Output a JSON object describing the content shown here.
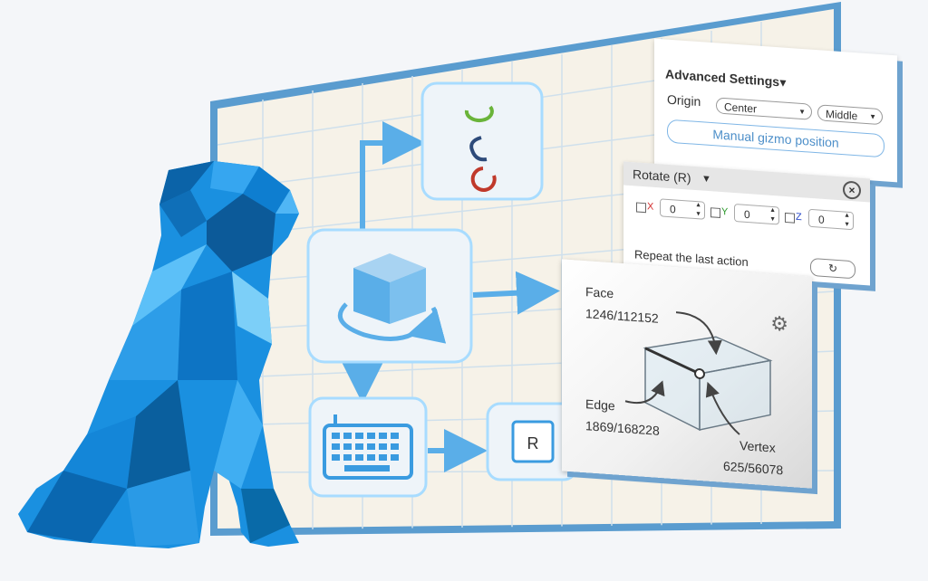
{
  "advanced_settings": {
    "title": "Advanced Settings",
    "origin_label": "Origin",
    "origin_x": "Center",
    "origin_y": "Middle",
    "manual_button": "Manual gizmo position"
  },
  "rotate_panel": {
    "title": "Rotate (R)",
    "close_symbol": "×",
    "axes": [
      {
        "label": "X",
        "value": "0",
        "color": "#d32f2f"
      },
      {
        "label": "Y",
        "value": "0",
        "color": "#2e9a2e"
      },
      {
        "label": "Z",
        "value": "0",
        "color": "#2747c8"
      }
    ],
    "repeat_label": "Repeat the last action",
    "repeat_symbol": "↻"
  },
  "selection_info": {
    "face_label": "Face",
    "face_count": "1246/112152",
    "edge_label": "Edge",
    "edge_count": "1869/168228",
    "vertex_label": "Vertex",
    "vertex_count": "625/56078"
  },
  "hotkey": {
    "key": "R"
  },
  "icons": [
    "dog-model",
    "rotate-cube-icon",
    "keyboard-icon",
    "rotation-arrows-icon",
    "gear-icon"
  ],
  "colors": {
    "accent": "#3a9be0",
    "frame": "#5a9ccf",
    "grid_bg": "#f6f2e8",
    "dog": "#1a90e0"
  }
}
